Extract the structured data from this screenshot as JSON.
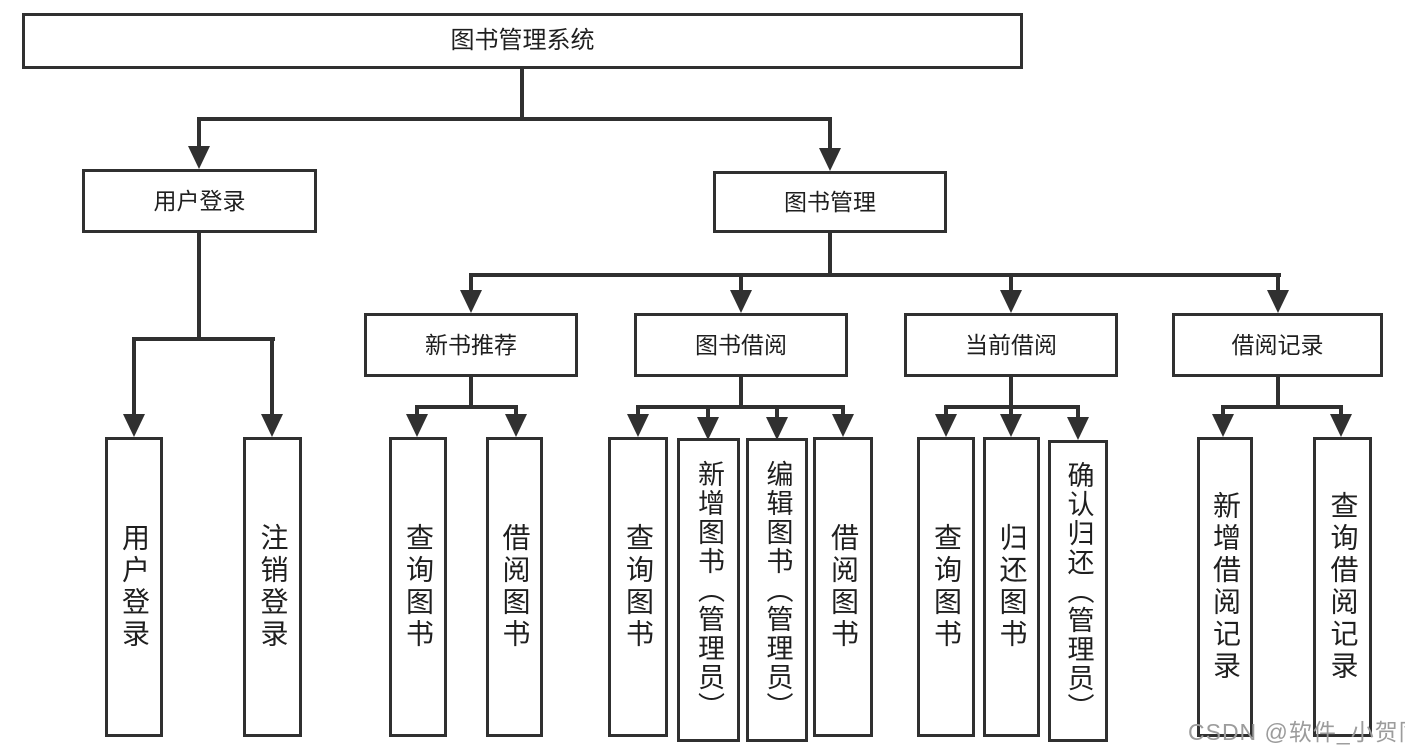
{
  "colors": {
    "line": "#303030",
    "text": "#1f1f1f",
    "box_bg": "#ffffff",
    "background": "#ffffff",
    "watermark": "#9c9c9c"
  },
  "diagram": {
    "type": "hierarchy-tree",
    "root": {
      "label": "图书管理系统"
    },
    "level2": [
      {
        "label": "用户登录"
      },
      {
        "label": "图书管理"
      }
    ],
    "level3": [
      {
        "label": "新书推荐"
      },
      {
        "label": "图书借阅"
      },
      {
        "label": "当前借阅"
      },
      {
        "label": "借阅记录"
      }
    ],
    "leaves": [
      {
        "label": "用户登录",
        "parent": "用户登录"
      },
      {
        "label": "注销登录",
        "parent": "用户登录"
      },
      {
        "label": "查询图书",
        "parent": "新书推荐"
      },
      {
        "label": "借阅图书",
        "parent": "新书推荐"
      },
      {
        "label": "查询图书",
        "parent": "图书借阅"
      },
      {
        "label": "新增图书（管理员）",
        "parent": "图书借阅"
      },
      {
        "label": "编辑图书（管理员）",
        "parent": "图书借阅"
      },
      {
        "label": "借阅图书",
        "parent": "图书借阅"
      },
      {
        "label": "查询图书",
        "parent": "当前借阅"
      },
      {
        "label": "归还图书",
        "parent": "当前借阅"
      },
      {
        "label": "确认归还（管理员）",
        "parent": "当前借阅"
      },
      {
        "label": "新增借阅记录",
        "parent": "借阅记录"
      },
      {
        "label": "查询借阅记录",
        "parent": "借阅记录"
      }
    ]
  },
  "watermark": {
    "text": "CSDN @软件_小贺同学"
  }
}
